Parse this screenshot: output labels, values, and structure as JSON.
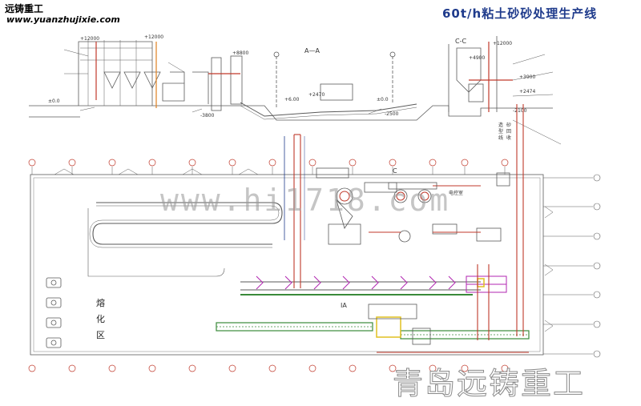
{
  "header": {
    "brand": "远铸重工",
    "website": "www.yuanzhujixie.com",
    "title": "60t/h粘土砂砂处理生产线"
  },
  "section_labels": {
    "a_a": "A—A",
    "c_c": "C-C",
    "c_plan": "C",
    "a_plan": "IA"
  },
  "zone_labels": {
    "melt_1": "熔",
    "melt_2": "化",
    "melt_3": "区",
    "side_1": "造",
    "side_2": "型",
    "side_3": "线",
    "side_4": "砂",
    "side_5": "回",
    "side_6": "收",
    "control": "电控室"
  },
  "elevation_labels": {
    "e1": "±0.0",
    "e2": "+12000",
    "e3": "-3800",
    "e4": "+6.00",
    "e5": "+2470",
    "e6": "±0.0",
    "e7": "-2500",
    "e8": "+12000",
    "e9": "+3900",
    "e10": "+2474",
    "e11": "-2100",
    "e12": "+4900",
    "e13": "+12000",
    "e14": "+8800"
  },
  "watermarks": {
    "site": "www.hi1718.com",
    "company": "青岛远铸重工"
  },
  "colors": {
    "line": "#5a5a5a",
    "red": "#c0392b",
    "magenta": "#b025b0",
    "blue": "#1f3b8c",
    "green": "#3a8a3a",
    "yellow": "#e0c020",
    "orange": "#e08020"
  }
}
